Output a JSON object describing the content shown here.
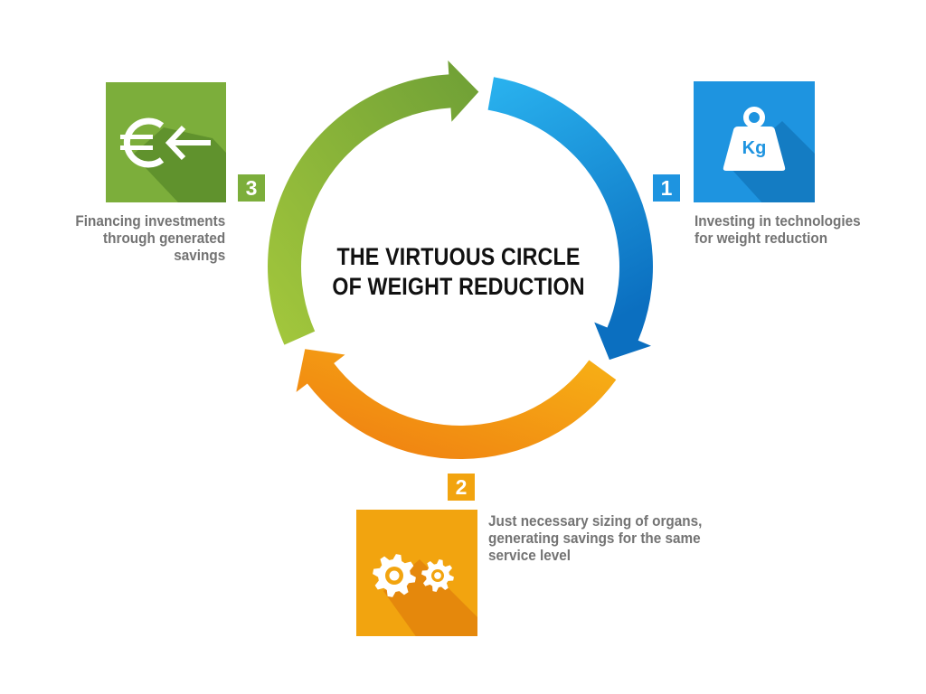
{
  "title": {
    "line1": "THE VIRTUOUS CIRCLE",
    "line2": "OF WEIGHT REDUCTION"
  },
  "steps": [
    {
      "number": "1",
      "icon": "weight-kg-icon",
      "icon_label": "Kg",
      "color": "#1e94e0",
      "caption": [
        "Investing in technologies",
        "for weight reduction"
      ]
    },
    {
      "number": "2",
      "icon": "gears-icon",
      "color": "#f2a40f",
      "caption": [
        "Just necessary sizing of organs,",
        "generating savings for the same",
        "service level"
      ]
    },
    {
      "number": "3",
      "icon": "euro-arrow-icon",
      "color": "#7cae3b",
      "caption": [
        "Financing investments",
        "through generated",
        "savings"
      ]
    }
  ],
  "colors": {
    "blue_light": "#2ab3ef",
    "blue_dark": "#0b6fc0",
    "orange_light": "#f7b316",
    "orange_dark": "#ef7b10",
    "green_light": "#9cc33d",
    "green_dark": "#6e9f36",
    "caption_text": "#737373",
    "title_text": "#111111"
  }
}
